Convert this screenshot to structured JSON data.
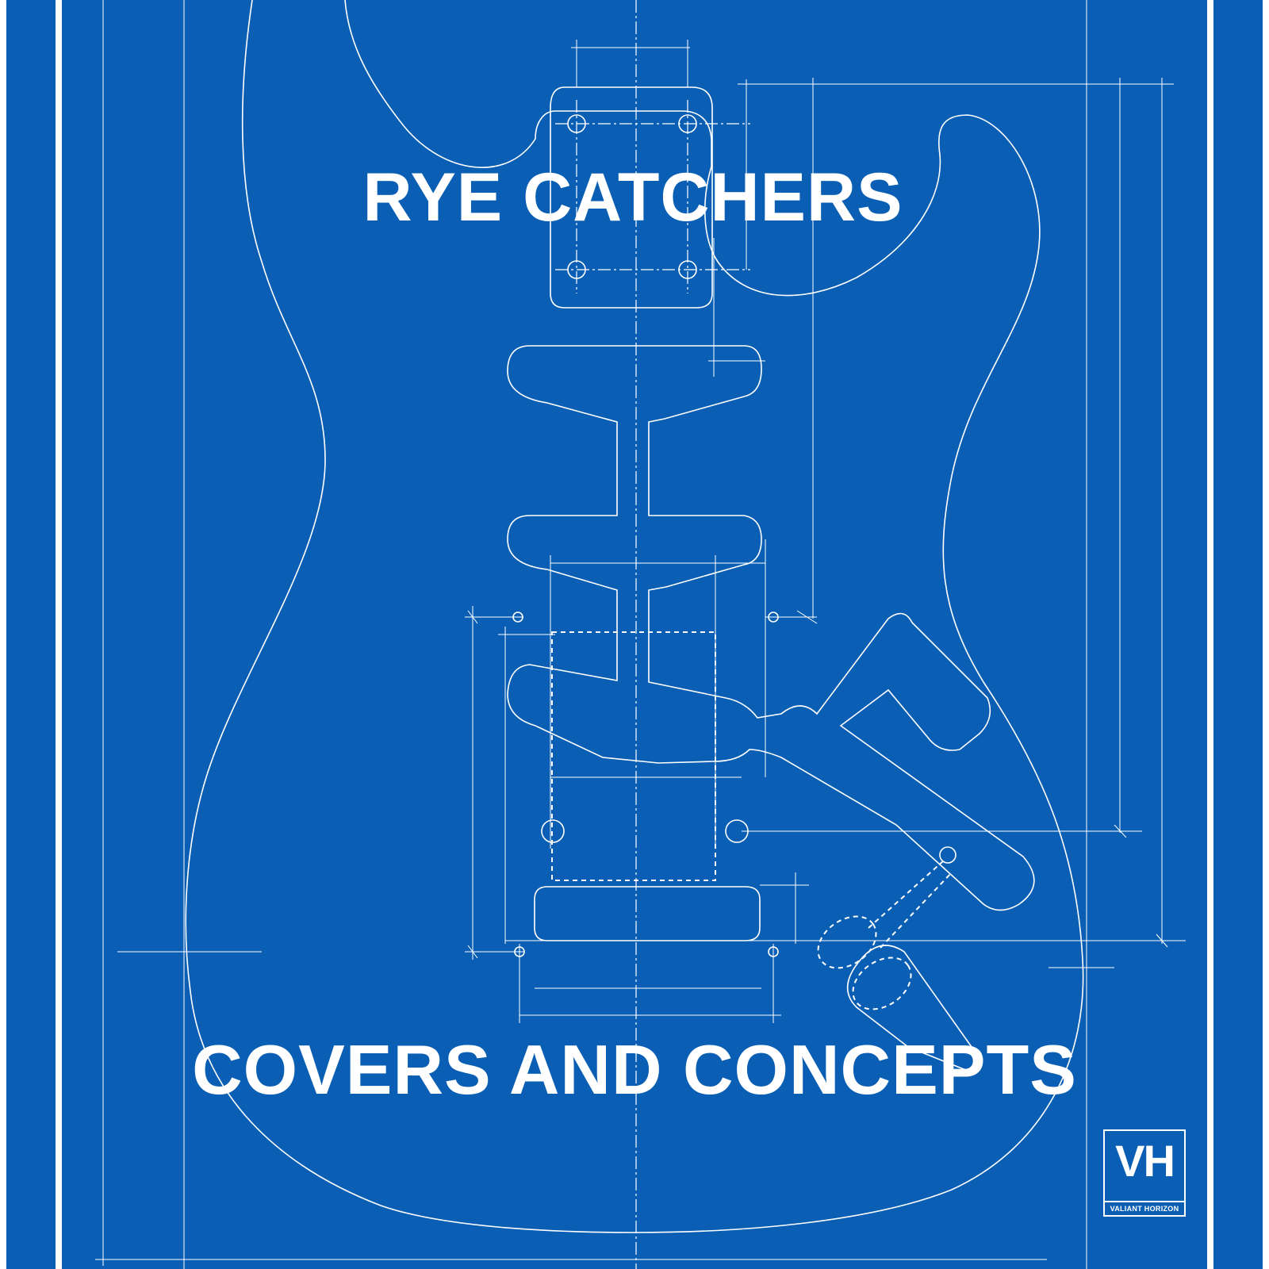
{
  "cover": {
    "band_name": "RYE CATCHERS",
    "album_title": "COVERS AND CONCEPTS",
    "background_color": "#0A5FB4",
    "line_color": "#FFFFFF"
  },
  "logo": {
    "mark": "VH",
    "label": "VALIANT HORIZON",
    "icon": "valiant-horizon-logo-icon"
  },
  "artwork": {
    "icon": "guitar-body-blueprint-icon"
  }
}
